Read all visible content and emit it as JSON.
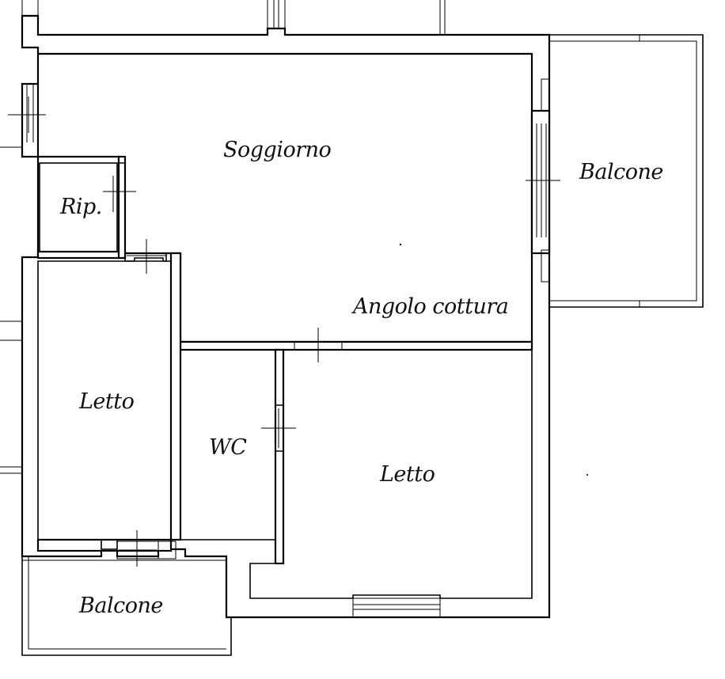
{
  "plan": {
    "rooms": {
      "soggiorno": "Soggiorno",
      "ripostiglio": "Rip.",
      "angolo_cottura": "Angolo cottura",
      "letto_sinistra": "Letto",
      "wc": "WC",
      "letto_destra": "Letto",
      "balcone_destra": "Balcone",
      "balcone_basso": "Balcone"
    }
  }
}
